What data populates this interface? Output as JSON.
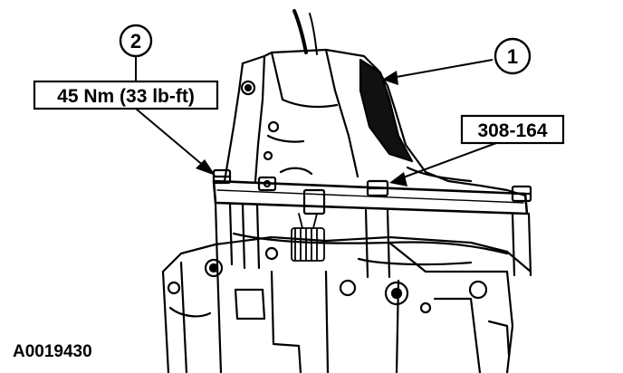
{
  "callouts": {
    "item1": {
      "number": "1"
    },
    "item2": {
      "number": "2"
    },
    "torque": {
      "text": "45 Nm (33 lb-ft)"
    },
    "tool": {
      "text": "308-164"
    }
  },
  "figure_id": "A0019430",
  "colors": {
    "ink": "#000000",
    "paper": "#ffffff"
  }
}
